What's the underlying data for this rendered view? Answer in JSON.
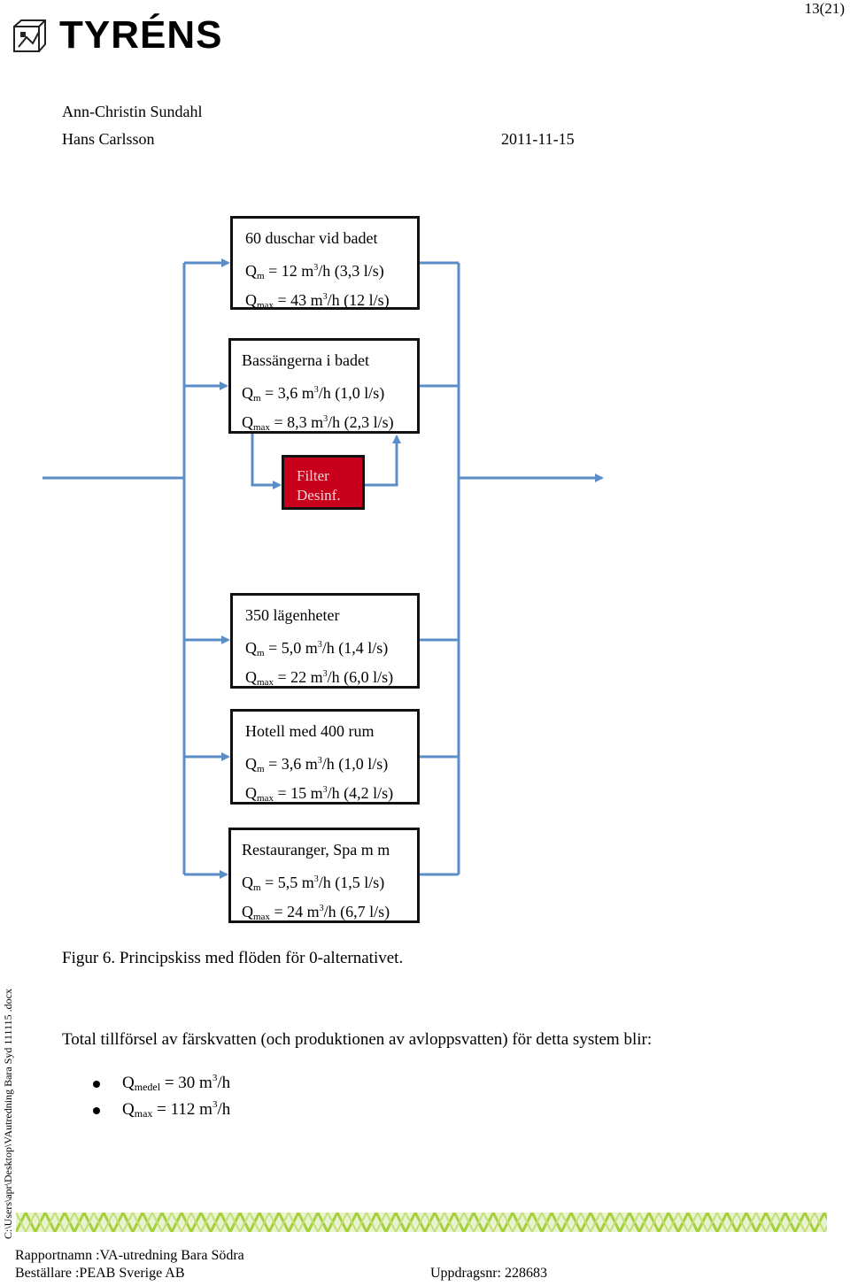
{
  "header": {
    "page_number": "13(21)",
    "logo_text": "TYRÉNS",
    "author_1": "Ann-Christin Sundahl",
    "author_2": "Hans Carlsson",
    "date": "2011-11-15"
  },
  "diagram": {
    "boxes": [
      {
        "title": "60 duschar vid badet",
        "qm_value": " = 12 m",
        "qm_tail": "/h (3,3 l/s)",
        "qmax_value": " = 43 m",
        "qmax_tail": "/h (12 l/s)"
      },
      {
        "title": "Bassängerna i badet",
        "qm_value": " = 3,6 m",
        "qm_tail": "/h (1,0 l/s)",
        "qmax_value": " = 8,3 m",
        "qmax_tail": "/h (2,3 l/s)"
      },
      {
        "title": "350 lägenheter",
        "qm_value": " = 5,0 m",
        "qm_tail": "/h (1,4 l/s)",
        "qmax_value": " = 22 m",
        "qmax_tail": "/h (6,0 l/s)"
      },
      {
        "title": "Hotell med 400 rum",
        "qm_value": " = 3,6 m",
        "qm_tail": "/h (1,0 l/s)",
        "qmax_value": " = 15 m",
        "qmax_tail": "/h (4,2 l/s)"
      },
      {
        "title": "Restauranger, Spa m m",
        "qm_value": " = 5,5 m",
        "qm_tail": "/h (1,5 l/s)",
        "qmax_value": " = 24 m",
        "qmax_tail": "/h (6,7 l/s)"
      }
    ],
    "q": "Q",
    "sub_m": "m",
    "sub_max": "max",
    "sup_3": "3",
    "filter_line_1": "Filter",
    "filter_line_2": "Desinf.",
    "line_color": "#5b8ec9",
    "filter_color": "#c8001c"
  },
  "figure_caption": "Figur 6. Principskiss med flöden för 0-alternativet.",
  "side_path": "C:\\Users\\apr\\Desktop\\VAutredning Bara Syd 111115 .docx",
  "summary": {
    "text": "Total tillförsel av färskvatten (och produktionen av avloppsvatten) för detta system blir:",
    "bullets": [
      {
        "q": "Q",
        "sub": "medel",
        "value": " = 30 m",
        "sup": "3",
        "tail": "/h"
      },
      {
        "q": "Q",
        "sub": "max",
        "value": " = 112 m",
        "sup": "3",
        "tail": "/h"
      }
    ]
  },
  "footer": {
    "line_1": "Rapportnamn :VA-utredning Bara Södra",
    "line_2": "Beställare :PEAB Sverige AB",
    "order": "Uppdragsnr: 228683",
    "band_color": "#a6cf3c"
  }
}
